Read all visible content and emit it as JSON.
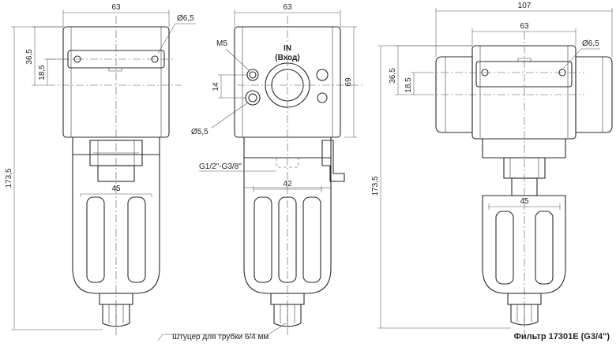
{
  "left_view": {
    "dim_width_top": "63",
    "dim_hole_dia": "Ø6,5",
    "dim_vertical_1": "36,5",
    "dim_vertical_2": "18,5",
    "dim_total_height": "173,5",
    "dim_bowl_width": "45"
  },
  "middle_view": {
    "dim_width_top": "63",
    "dim_thread_m": "M5",
    "dim_inlet_label": "IN",
    "dim_inlet_label_sub": "(Вход)",
    "dim_vertical_14": "14",
    "dim_vertical_69": "69",
    "dim_small_hole": "Ø5,5",
    "dim_thread_range": "G1/2\"-G3/8\"",
    "dim_bowl_42": "42",
    "fitting_note": "Штуцер для трубки 6/4 мм"
  },
  "right_view": {
    "dim_overall_width": "107",
    "dim_width_top": "63",
    "dim_hole_dia": "Ø6,5",
    "dim_vertical_1": "36,5",
    "dim_vertical_2": "18,5",
    "dim_total_height": "173,5",
    "dim_bowl_width": "45"
  },
  "caption": "Фильтр 17301E (G3/4\")"
}
